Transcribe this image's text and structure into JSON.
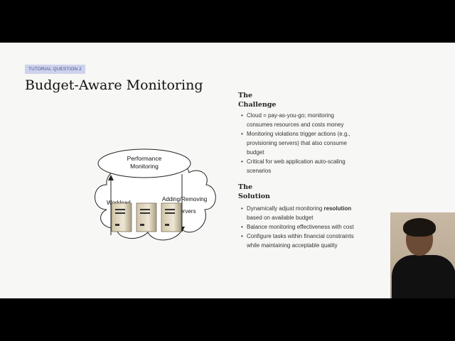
{
  "slide": {
    "tag": "TUTORIAL QUESTION 2",
    "title": "Budget-Aware Monitoring"
  },
  "diagram": {
    "top_node": [
      "Performance",
      "Monitoring"
    ],
    "left_label": "Workload",
    "right_label": [
      "Adding/Removing",
      "Servers"
    ]
  },
  "challenge": {
    "heading": [
      "The",
      "Challenge"
    ],
    "bullets": [
      [
        "Cloud = pay-as-you-go; monitoring",
        "consumes resources and costs money"
      ],
      [
        "Monitoring violations trigger actions (e.g.,",
        "provisioning servers) that also consume",
        "budget"
      ],
      [
        "Critical for web application auto-scaling",
        "scenarios"
      ]
    ]
  },
  "solution": {
    "heading": [
      "The",
      "Solution"
    ],
    "b1_pre": "Dynamically adjust monitoring ",
    "b1_bold": "resolution",
    "b1_post": "based on available budget",
    "bullets": [
      [
        "Balance monitoring effectiveness with cost"
      ],
      [
        "Configure tasks within financial constraints",
        "while maintaining acceptable quality"
      ]
    ]
  }
}
